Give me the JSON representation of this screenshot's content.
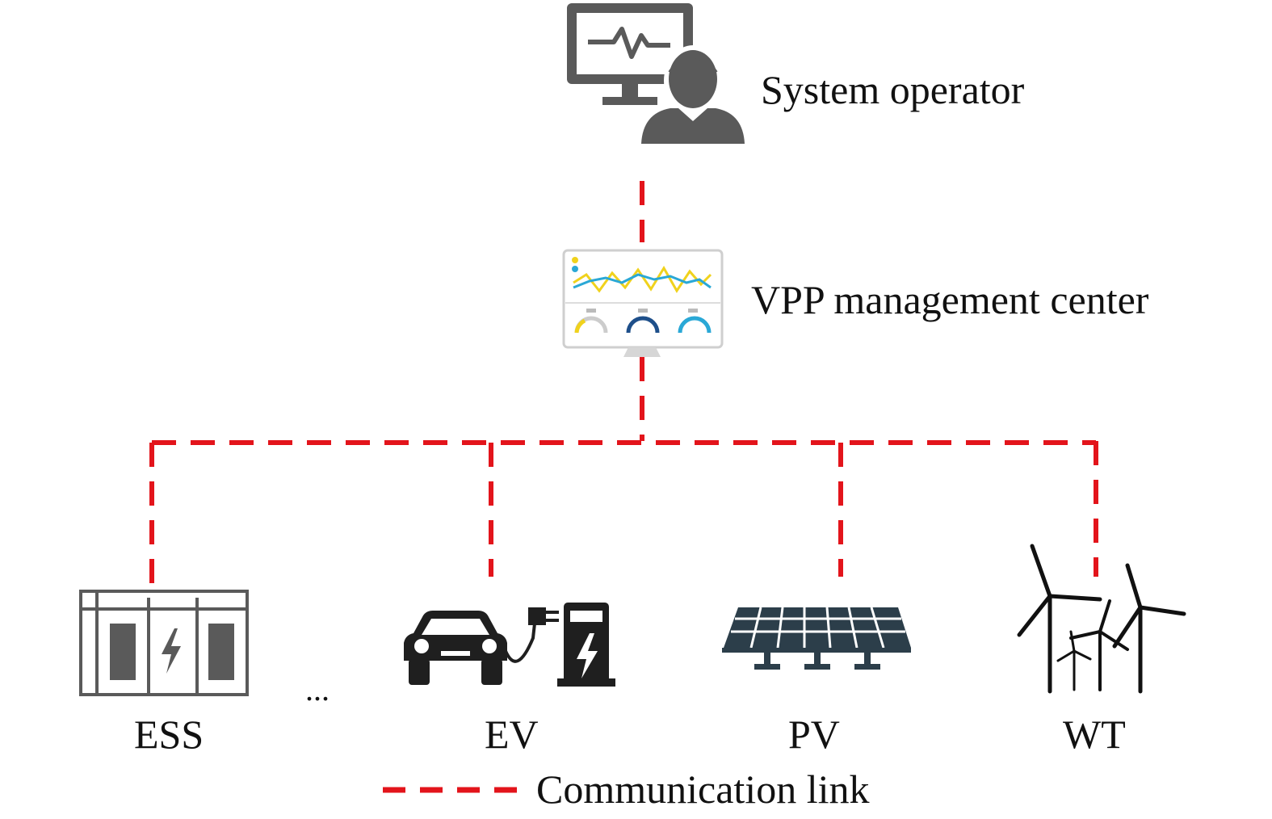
{
  "nodes": {
    "operator": {
      "label": "System operator",
      "icon": "operator-monitor-icon"
    },
    "vpp": {
      "label": "VPP management center",
      "icon": "dashboard-monitor-icon"
    },
    "resources": [
      {
        "id": "ess",
        "label": "ESS",
        "icon": "battery-cabinet-icon"
      },
      {
        "id": "ev",
        "label": "EV",
        "icon": "ev-charging-icon"
      },
      {
        "id": "pv",
        "label": "PV",
        "icon": "solar-panel-icon"
      },
      {
        "id": "wt",
        "label": "WT",
        "icon": "wind-turbine-icon"
      }
    ],
    "ellipsis": "..."
  },
  "legend": {
    "label": "Communication link"
  },
  "colors": {
    "link": "#e3141b",
    "icon_gray": "#5a5a5a",
    "icon_dark": "#1f1f1f",
    "solar": "#2c3e4a",
    "dash_yellow": "#f0d21c",
    "dash_cyan": "#2aa8d6",
    "dash_navy": "#1e4f8a"
  }
}
